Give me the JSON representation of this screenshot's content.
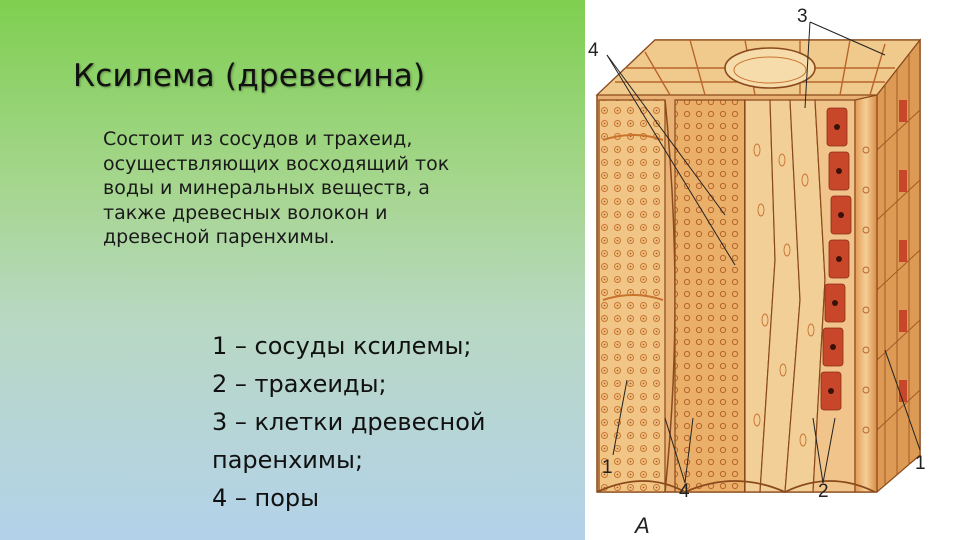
{
  "slide": {
    "title": "Ксилема (древесина)",
    "description_lines": [
      "Состоит из сосудов и трахеид,",
      "осуществляющих восходящий ток",
      "воды и минеральных веществ, а",
      "также древесных волокон и",
      "древесной паренхимы."
    ],
    "legend_lines": [
      "1 – сосуды ксилемы;",
      "2 – трахеиды;",
      "3 – клетки древесной",
      "паренхимы;",
      "4 – поры"
    ]
  },
  "figure": {
    "labels": {
      "top_3": "3",
      "top_4": "4",
      "bottom_1_left": "1",
      "bottom_4": "4",
      "bottom_2": "2",
      "bottom_1_right": "1",
      "panel_letter": "А"
    }
  },
  "colors": {
    "gradient_top": "#7fcf50",
    "gradient_bottom": "#b3d2ea",
    "wood_light": "#f1c586",
    "wood_mid": "#e3a35a",
    "wood_dark": "#c8742e",
    "cell_red": "#c8472a"
  }
}
